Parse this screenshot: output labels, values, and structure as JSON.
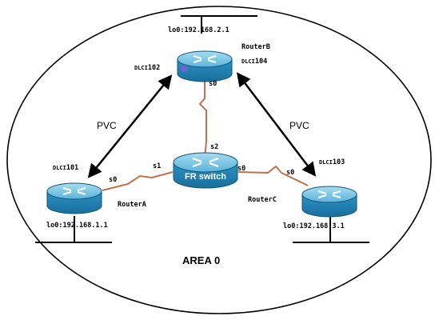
{
  "diagram": {
    "area_label": "AREA 0",
    "pvc_left": "PVC",
    "pvc_right": "PVC",
    "router_b": {
      "name": "RouterB",
      "loopback": "lo0:192.168.2.1",
      "dlci_left_prefix": "DLCI",
      "dlci_left_num": "102",
      "dlci_right_prefix": "DLCI",
      "dlci_right_num": "104",
      "interface": "s0"
    },
    "router_a": {
      "name": "RouterA",
      "loopback": "lo0:192.168.1.1",
      "dlci_prefix": "DLCI",
      "dlci_num": "101",
      "interface": "s0"
    },
    "router_c": {
      "name": "RouterC",
      "loopback": "lo0:192.168.3.1",
      "dlci_prefix": "DLCI",
      "dlci_num": "103",
      "interface": "s0"
    },
    "fr_switch": {
      "name": "FR switch",
      "port_top": "s2",
      "port_left": "s1",
      "port_right": "s0"
    },
    "colors": {
      "router_body": "#2a98c8",
      "router_top": "#7fc8e8",
      "switch_body": "#3aa0c8",
      "serial_link": "#c0704a",
      "pvc_arrow": "#000000"
    }
  }
}
